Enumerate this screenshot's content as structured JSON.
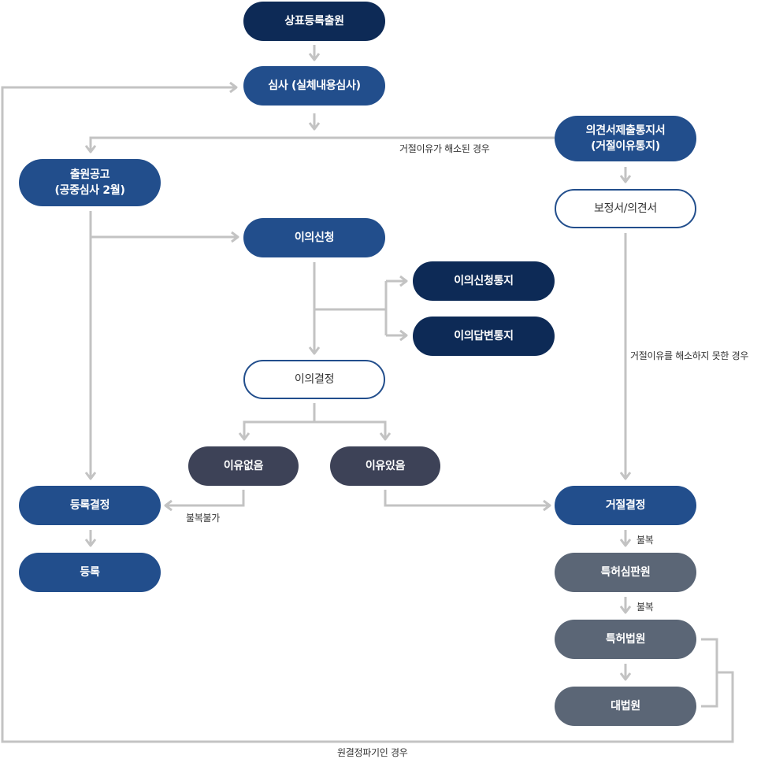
{
  "colors": {
    "dark_navy": "#0d2a56",
    "blue": "#224e8c",
    "slate": "#3d4257",
    "gray": "#5b6676",
    "connector": "#c3c3c3"
  },
  "nodes": {
    "application": "상표등록출원",
    "examination": "심사 (실체내용심사)",
    "opinion_notice": "의견서제출통지서\n(거절이유통지)",
    "publication": "출원공고\n(공중심사 2월)",
    "amendment": "보정서/의견서",
    "opposition": "이의신청",
    "opposition_notice": "이의신청통지",
    "opposition_reply_notice": "이의답변통지",
    "opposition_decision": "이의결정",
    "no_grounds": "이유없음",
    "grounds": "이유있음",
    "registration_decision": "등록결정",
    "registration": "등록",
    "rejection_decision": "거절결정",
    "patent_tribunal": "특허심판원",
    "patent_court": "특허법원",
    "supreme_court": "대법원"
  },
  "labels": {
    "rejection_resolved": "거절이유가 해소된 경우",
    "rejection_not_resolved": "거절이유를 해소하지 못한 경우",
    "no_appeal": "불복불가",
    "appeal_1": "불복",
    "appeal_2": "불복",
    "remand": "원결정파기인 경우"
  }
}
